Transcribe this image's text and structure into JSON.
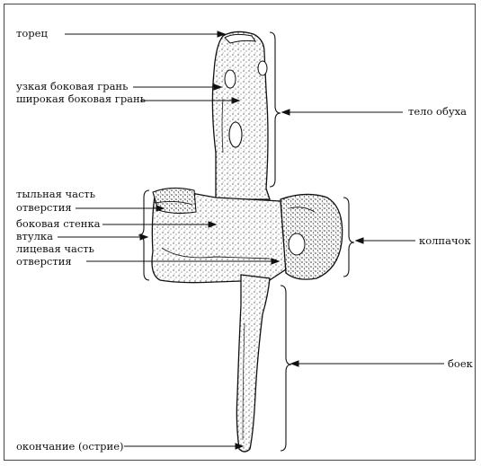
{
  "labels": {
    "torets": "торец",
    "narrow_face": "узкая боковая грань",
    "wide_face": "широкая боковая грань",
    "back_hole_1": "тыльная часть",
    "back_hole_2": "отверстия",
    "side_wall": "боковая стенка",
    "sleeve": "втулка",
    "front_hole_1": "лицевая часть",
    "front_hole_2": "отверстия",
    "butt_body": "тело обуха",
    "cap": "колпачок",
    "striker": "боек",
    "tip": "окончание (острие)"
  },
  "colors": {
    "ink": "#111111",
    "stipple": "#555555",
    "background": "#ffffff"
  }
}
